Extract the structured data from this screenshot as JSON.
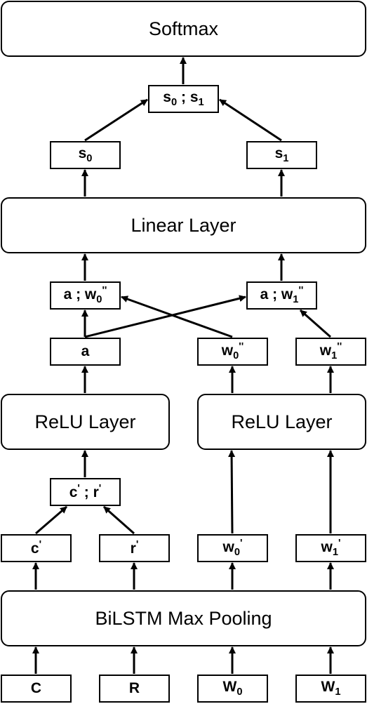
{
  "layers": {
    "softmax": "Softmax",
    "linear": "Linear Layer",
    "relu_left": "ReLU Layer",
    "relu_right": "ReLU Layer",
    "bilstm": "BiLSTM Max Pooling"
  },
  "nodes": {
    "s0s1": {
      "a": "s",
      "a_sub": "0",
      "sep": " ; ",
      "b": "s",
      "b_sub": "1"
    },
    "s0": {
      "base": "s",
      "sub": "0"
    },
    "s1": {
      "base": "s",
      "sub": "1"
    },
    "a_w0pp": {
      "a": "a",
      "sep": " ; ",
      "b": "w",
      "b_sub": "0",
      "b_sup": "''"
    },
    "a_w1pp": {
      "a": "a",
      "sep": " ; ",
      "b": "w",
      "b_sub": "1",
      "b_sup": "''"
    },
    "a": {
      "base": "a"
    },
    "w0pp": {
      "base": "w",
      "sub": "0",
      "sup": "''"
    },
    "w1pp": {
      "base": "w",
      "sub": "1",
      "sup": "''"
    },
    "cr": {
      "a": "c",
      "a_sup": "'",
      "sep": " ; ",
      "b": "r",
      "b_sup": "'"
    },
    "cprime": {
      "base": "c",
      "sup": "'"
    },
    "rprime": {
      "base": "r",
      "sup": "'"
    },
    "w0p": {
      "base": "w",
      "sub": "0",
      "sup": "'"
    },
    "w1p": {
      "base": "w",
      "sub": "1",
      "sup": "'"
    },
    "C": {
      "base": "C"
    },
    "R": {
      "base": "R"
    },
    "W0": {
      "base": "W",
      "sub": "0"
    },
    "W1": {
      "base": "W",
      "sub": "1"
    }
  }
}
